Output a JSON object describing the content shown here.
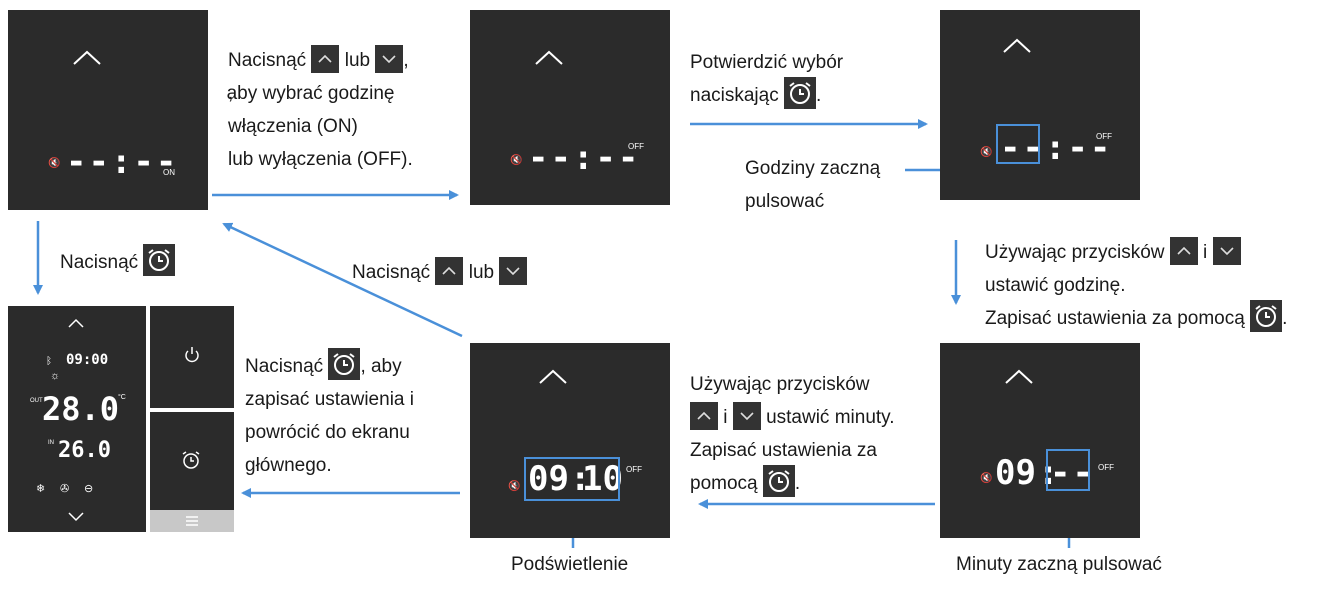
{
  "colors": {
    "panel": "#2b2b2b",
    "arrow": "#4a90d9",
    "highlight": "#4a90d9",
    "text": "#1a1a1a"
  },
  "screens": {
    "screen1": {
      "time": "--:--",
      "status": "ON"
    },
    "screen2": {
      "time": "--:--",
      "status": "OFF"
    },
    "screen3": {
      "time": "--:--",
      "status": "OFF"
    },
    "screen4": {
      "hours": "09",
      "minutes": "--",
      "status": "OFF"
    },
    "screen5": {
      "hours": "09",
      "minutes": "10",
      "status": "OFF"
    },
    "main": {
      "clock": "09:00",
      "outdoor_temp": "28.0",
      "out_label": "OUT",
      "unit": "°C",
      "indoor_temp": "26.0",
      "in_label": "IN"
    }
  },
  "instructions": {
    "step1": {
      "part1": "Nacisnąć",
      "part2": "lub",
      "line2": "aby wybrać godzinę",
      "line3": "włączenia (ON)",
      "line4": "lub wyłączenia (OFF)."
    },
    "step2": {
      "line1": "Potwierdzić wybór",
      "line2": "naciskając"
    },
    "step2_note": {
      "line1": "Godziny zaczną",
      "line2": "pulsować"
    },
    "step3": {
      "part1": "Używając przycisków",
      "part2": "i",
      "line2": "ustawić godzinę.",
      "line3": "Zapisać ustawienia za pomocą"
    },
    "step4": {
      "line1": "Używając przycisków",
      "mid": "i",
      "mid2": "ustawić minuty.",
      "line3": "Zapisać ustawienia za",
      "line4": "pomocą"
    },
    "step5": {
      "part1": "Nacisnąć",
      "part2": ", aby",
      "line2": "zapisać ustawienia i",
      "line3": "powrócić do ekranu",
      "line4": "głównego."
    },
    "back": {
      "part1": "Nacisnąć",
      "part2": "lub"
    },
    "left": {
      "part1": "Nacisnąć"
    }
  },
  "labels": {
    "minutes_pulse": "Minuty zaczną pulsować",
    "backlight": "Podświetlenie"
  },
  "icons": [
    "up-arrow-icon",
    "down-arrow-icon",
    "alarm-clock-icon",
    "power-icon",
    "menu-icon",
    "speaker-icon",
    "bluetooth-icon",
    "snowflake-icon",
    "fan-icon"
  ]
}
